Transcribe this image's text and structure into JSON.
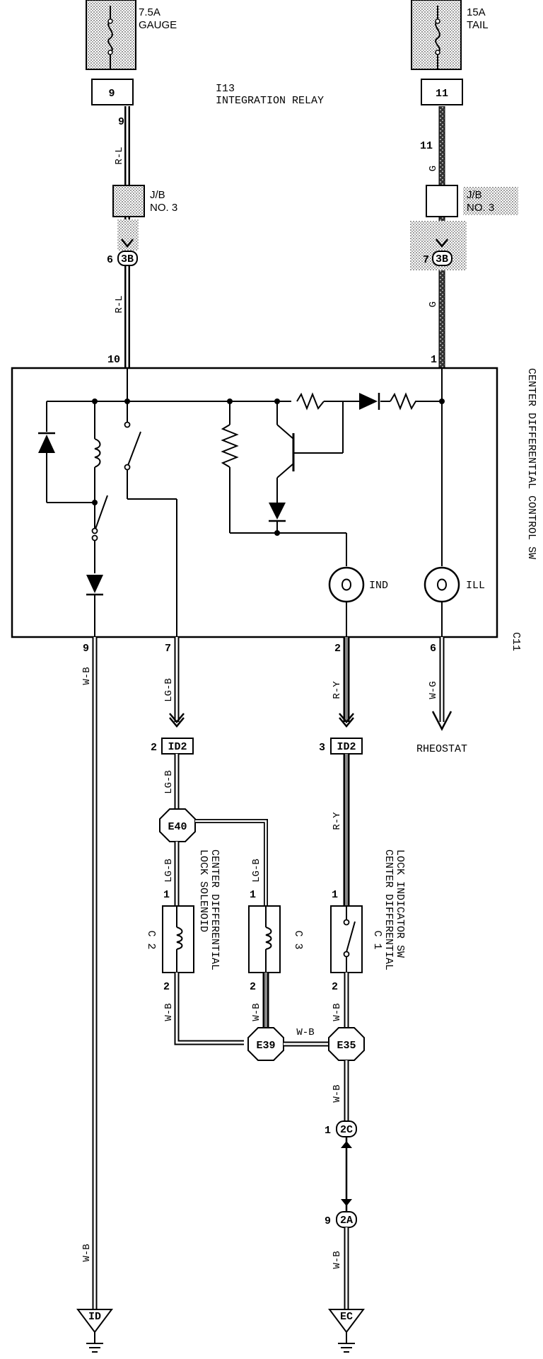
{
  "fuses": {
    "gauge": {
      "rating": "7.5A",
      "name": "GAUGE"
    },
    "tail": {
      "rating": "15A",
      "name": "TAIL"
    }
  },
  "relay": {
    "id": "I13",
    "name": "INTEGRATION RELAY",
    "pin_gauge": "9",
    "pin_tail": "11"
  },
  "junction_blocks": [
    {
      "line1": "J/B",
      "line2": "NO. 3"
    },
    {
      "line1": "J/B",
      "line2": "NO. 3"
    }
  ],
  "connectors": {
    "jb3_left": {
      "id": "3B",
      "pin": "6"
    },
    "jb3_right": {
      "id": "3B",
      "pin": "7"
    },
    "id2_left": {
      "id": "ID2",
      "pin": "2"
    },
    "id2_right": {
      "id": "ID2",
      "pin": "3"
    },
    "c2_junction": {
      "id": "2C",
      "pin": "1"
    },
    "a2_junction": {
      "id": "2A",
      "pin": "9"
    }
  },
  "wires": {
    "gauge_upper": {
      "color": "R-L",
      "pin": "9"
    },
    "gauge_lower": {
      "color": "R-L"
    },
    "tail_upper": {
      "color": "G",
      "pin": "11"
    },
    "tail_lower": {
      "color": "G"
    },
    "ground_left": {
      "color": "W-B"
    },
    "solenoid_feed": {
      "color": "LG-B"
    },
    "solenoid_feed_2": {
      "color": "LG-B"
    },
    "c2_feed": {
      "color": "LG-B"
    },
    "c3_feed": {
      "color": "LG-B"
    },
    "indicator_feed": {
      "color": "R-Y"
    },
    "indicator_feed_2": {
      "color": "R-Y"
    },
    "rheostat": {
      "color": "W-G"
    },
    "c2_ground": {
      "color": "W-B"
    },
    "c3_ground": {
      "color": "W-B"
    },
    "c1_ground": {
      "color": "W-B"
    },
    "e39_e35": {
      "color": "W-B"
    },
    "e35_down": {
      "color": "W-B"
    },
    "ground_right": {
      "color": "W-B"
    },
    "ground_left_lower": {
      "color": "W-B"
    }
  },
  "switch_unit": {
    "id": "C11",
    "name": "CENTER DIFFERENTIAL CONTROL SW",
    "pins": {
      "top_left": "10",
      "top_right": "1",
      "bottom_1": "9",
      "bottom_2": "7",
      "bottom_3": "2",
      "bottom_4": "6"
    },
    "lamps": {
      "ind": "IND",
      "ill": "ILL"
    }
  },
  "rheostat_label": "RHEOSTAT",
  "splices": {
    "e40": "E40",
    "e39": "E39",
    "e35": "E35"
  },
  "components": {
    "c2": {
      "id": "C 2",
      "pin_top": "1",
      "pin_bottom": "2"
    },
    "c3": {
      "id": "C 3",
      "pin_top": "1",
      "pin_bottom": "2"
    },
    "c1": {
      "id": "C 1",
      "pin_top": "1",
      "pin_bottom": "2",
      "name_line1": "CENTER DIFFERENTIAL",
      "name_line2": "LOCK INDICATOR SW"
    },
    "solenoid": {
      "name_line1": "CENTER DIFFERENTIAL",
      "name_line2": "LOCK SOLENOID"
    }
  },
  "grounds": {
    "left": "ID",
    "right": "EC"
  }
}
